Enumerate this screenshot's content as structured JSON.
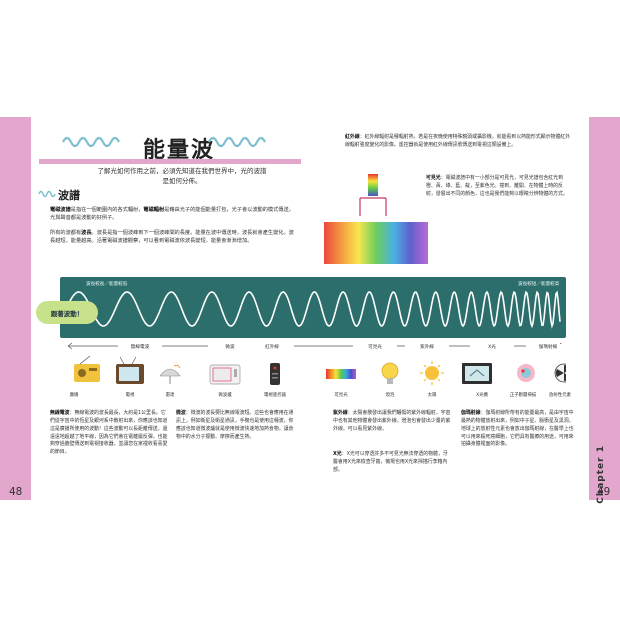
{
  "page": {
    "left_number": "48",
    "right_number": "49",
    "chapter_label": "Chapter 1",
    "accent_color": "#e3a6cc",
    "band_color": "#2b6e6b"
  },
  "header": {
    "title": "能量波",
    "lead": "了解光如何作用之前，必須先知道在我們世界中，光的波譜是如何分佈。"
  },
  "section": {
    "heading": "波譜",
    "para1_term": "電磁波譜",
    "para1_a": "是指在一個範圍內的各式輻射，",
    "para1_term2": "電磁輻射",
    "para1_b": "是藉由光子的能個能量打包，光子會以波動的模式傳送，光與聲音都是波動的好例子。",
    "para2_a": "所有的波都有",
    "para2_term": "波長",
    "para2_b": "。波長是指一個波峰到下一個波峰間的長度。能量在波中傳送時，波長就會產生變化。波長越短，能量越高。沿著電磁波譜觀察，可以看到電磁波依波長變短，能量會漸漸增加。"
  },
  "infrared": {
    "term": "紅外線",
    "text": "：紅外線輻射是種輻射熱，若是在夜晚使用特殊鏡頭或攝影機，就能看到以熱能形式顯示物體紅外線輻射強度變化的影像。遙控器就是使用紅外線傳訊號傳送到電視這類設備上。"
  },
  "visible": {
    "term": "可見光",
    "text": "：電磁波譜中有一小部分是可見光，可見光譜包含紅光到橙、黃、綠、藍、靛，至紫色光。撞到、離開、在物體上時的反射，發展出不同的顏色，這也是我們能夠以眼睛分辨物體的方式。"
  },
  "spectrum_band": {
    "long_label": "波長較長／能量較低",
    "short_label": "波長較短／能量較高"
  },
  "bubble": {
    "text": "跟著波動！"
  },
  "categories": [
    "無線電波",
    "微波",
    "紅外線",
    "可見光",
    "紫外線",
    "X光",
    "伽瑪射線"
  ],
  "items": [
    "廣播",
    "電視",
    "雷達",
    "微波爐",
    "電視遙控器",
    "可見光",
    "燈泡",
    "太陽",
    "X光機",
    "正子斷層掃描",
    "放射性元素"
  ],
  "columns": {
    "radio_term": "無線電波",
    "radio": "：無線電波的波長最長，大約是1公里長。它們從宇宙中的恆星及銀河系中散射出來，你應該也知道這是廣播所使用的波動！這些波動可以長距離傳送，還遠遠地超越了地平線，因為它們會在電離層反彈，也能夠穿過牆壁傳送到電視接收器，並讓您在家裡收看喜愛的節目。",
    "microwave_term": "微波",
    "microwave": "：微波的波長要比無線電波短。這些也會應用在通訊上，例如衛星及衛星通訊，手機也是使用這種波，你應該也知道微波爐就是使用微波快速地加熱食物，讓食物中的水分子振動、摩擦而產生熱。",
    "uv_term": "紫外線",
    "uv": "：太陽會散發出讓我們曬傷的紫外線輻射，宇宙中也有其他物體會發出紫外線。燈泡也會發出少量的紫外線。可以看見紫外線。",
    "xray_term": "X光",
    "xray": "：X光可以穿透許多不可見光無法穿透的物體，牙醫會用X光來檢查牙齒，機場也用X光來掃描行李箱內部。",
    "gamma_term": "伽瑪射線",
    "gamma": "：伽瑪射線所帶有的能量最高，是由宇宙中最熱的物體放射出來，例如中子星、脈衝星及黑洞。地球上的放射性元素也會放出伽瑪射線，在醫學上也可以用來殺死癌細胞，它們具有醫療的用途，可用來拍攝身體裡面的影像。"
  }
}
